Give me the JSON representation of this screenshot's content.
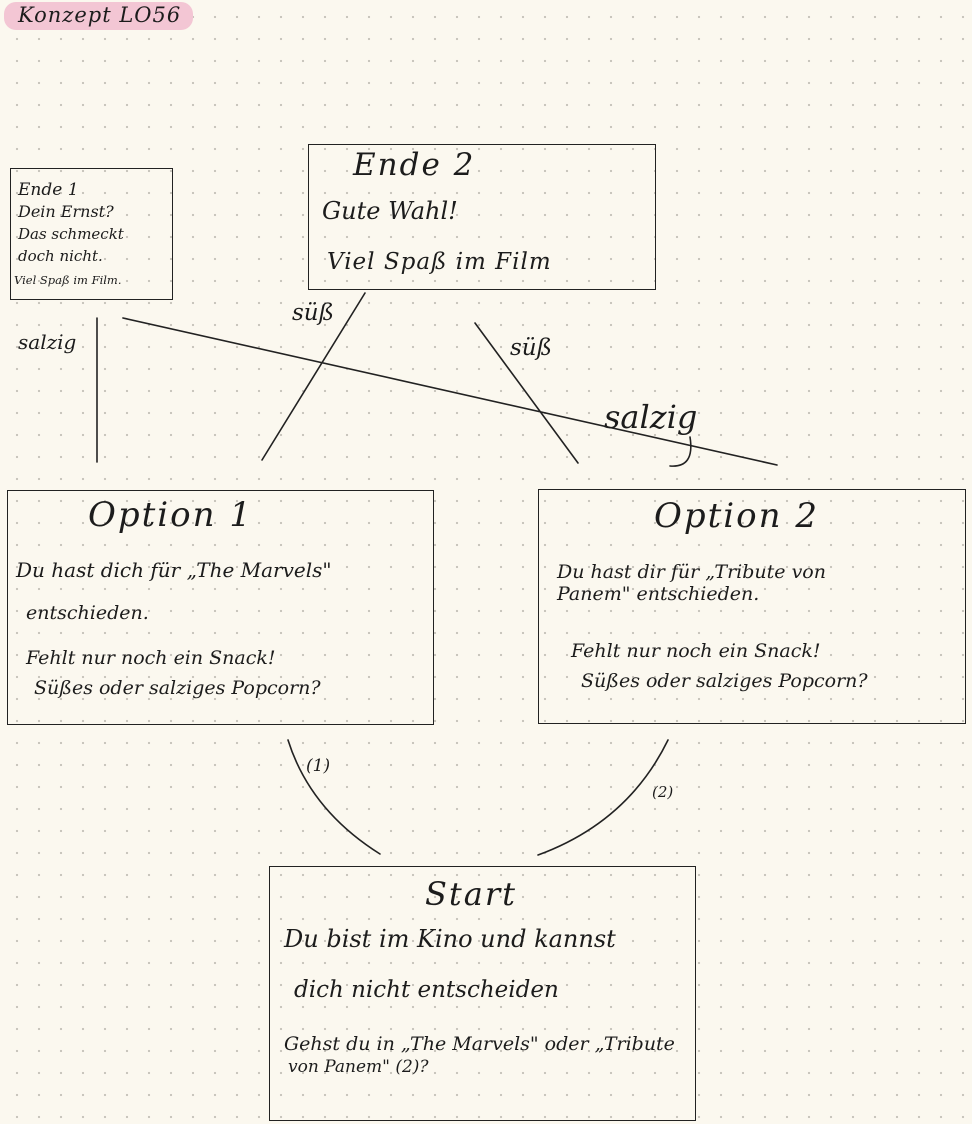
{
  "header": {
    "title": "Konzept LO56"
  },
  "ende1": {
    "title": "Ende 1",
    "lines": [
      "Dein Ernst?",
      "Das schmeckt",
      "doch nicht.",
      "Viel Spaß im Film."
    ]
  },
  "ende2": {
    "title": "Ende 2",
    "lines": [
      "Gute Wahl!",
      "Viel Spaß im Film"
    ]
  },
  "option1": {
    "title": "Option 1",
    "lines": [
      "Du hast dich für „The Marvels\"",
      "entschieden.",
      "Fehlt nur noch ein Snack!",
      "Süßes oder salziges Popcorn?"
    ]
  },
  "option2": {
    "title": "Option 2",
    "lines": [
      "Du hast dir für „Tribute von",
      "Panem\" entschieden.",
      "Fehlt nur noch ein Snack!",
      "Süßes oder salziges Popcorn?"
    ]
  },
  "start": {
    "title": "Start",
    "lines": [
      "Du bist im Kino und kannst",
      "dich nicht entscheiden",
      "Gehst du in „The Marvels\" oder „Tribute",
      "von Panem\" (2)?"
    ]
  },
  "edges": {
    "salzig_left": "salzig",
    "suess_left": "süß",
    "suess_right": "süß",
    "salzig_cross": "salzig",
    "start_to_opt1": "(1)",
    "start_to_opt2": "(2)"
  }
}
